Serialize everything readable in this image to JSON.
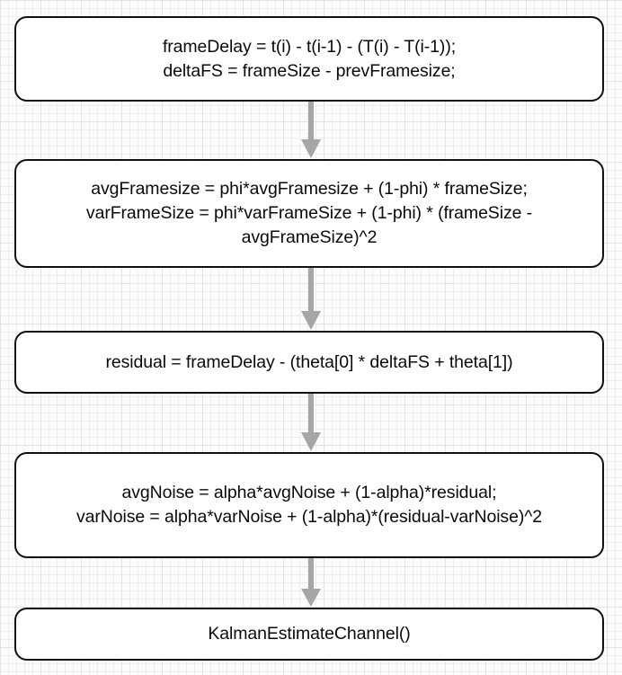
{
  "diagram": {
    "type": "flowchart",
    "orientation": "top-to-bottom",
    "background": {
      "style": "graph-paper-grid",
      "page_color": "#fcfcfc",
      "minor_grid_color": "#ededed",
      "major_grid_color": "#e3e3e3"
    },
    "node_style": {
      "shape": "rounded-rectangle",
      "fill": "#ffffff",
      "border_color": "#111111",
      "text_color": "#0a0a0a"
    },
    "connector_style": {
      "shape": "straight-arrow-down",
      "color": "#a6a6a6"
    },
    "nodes": [
      {
        "id": "node-1",
        "name": "frame-delay-node",
        "text": "frameDelay = t(i) - t(i-1) - (T(i) - T(i-1));\ndeltaFS = frameSize - prevFramesize;"
      },
      {
        "id": "node-2",
        "name": "avg-framesize-node",
        "text": "avgFramesize = phi*avgFramesize + (1-phi) * frameSize;\nvarFrameSize = phi*varFrameSize + (1-phi) * (frameSize - avgFrameSize)^2"
      },
      {
        "id": "node-3",
        "name": "residual-node",
        "text": "residual = frameDelay - (theta[0] * deltaFS + theta[1])"
      },
      {
        "id": "node-4",
        "name": "avg-noise-node",
        "text": "avgNoise = alpha*avgNoise + (1-alpha)*residual;\nvarNoise = alpha*varNoise + (1-alpha)*(residual-varNoise)^2"
      },
      {
        "id": "node-5",
        "name": "kalman-estimate-channel-node",
        "text": "KalmanEstimateChannel()"
      }
    ],
    "connectors": [
      {
        "id": "conn-1",
        "name": "arrow-node1-to-node2",
        "from": "node-1",
        "to": "node-2"
      },
      {
        "id": "conn-2",
        "name": "arrow-node2-to-node3",
        "from": "node-2",
        "to": "node-3"
      },
      {
        "id": "conn-3",
        "name": "arrow-node3-to-node4",
        "from": "node-3",
        "to": "node-4"
      },
      {
        "id": "conn-4",
        "name": "arrow-node4-to-node5",
        "from": "node-4",
        "to": "node-5"
      }
    ]
  }
}
